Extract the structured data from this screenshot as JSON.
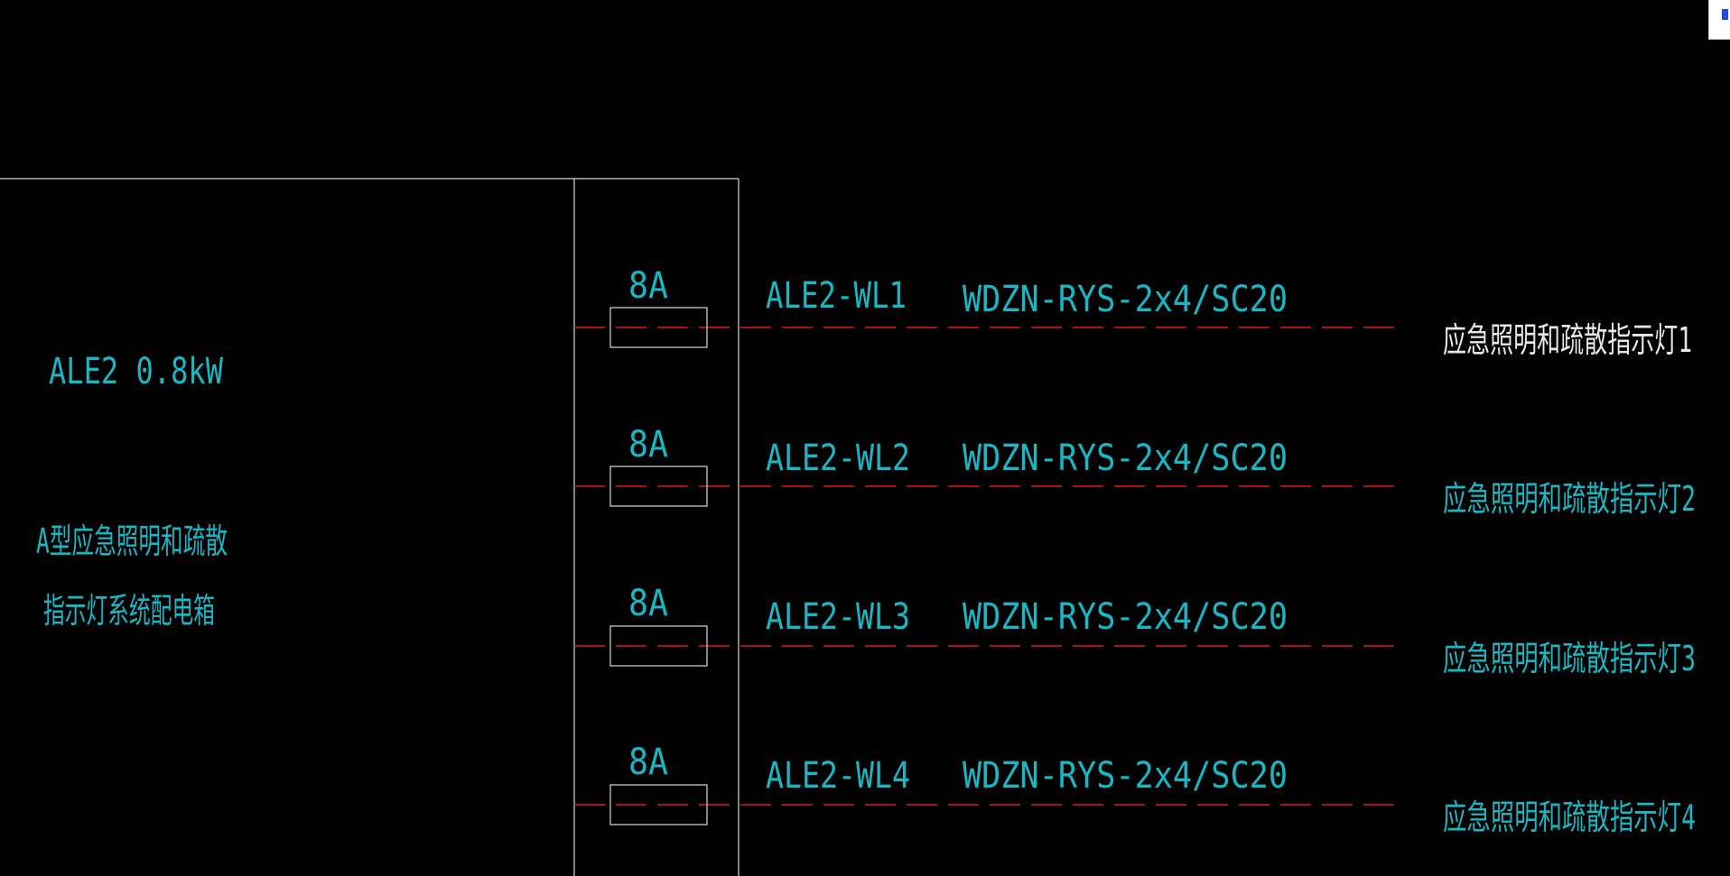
{
  "panel": {
    "label": "ALE2 0.8kW",
    "description_line1": "A型应急照明和疏散",
    "description_line2": "指示灯系统配电箱"
  },
  "circuits": [
    {
      "breaker_rating": "8A",
      "circuit_id": "ALE2-WL1",
      "cable_spec": "WDZN-RYS-2x4/SC20",
      "load": "应急照明和疏散指示灯1"
    },
    {
      "breaker_rating": "8A",
      "circuit_id": "ALE2-WL2",
      "cable_spec": "WDZN-RYS-2x4/SC20",
      "load": "应急照明和疏散指示灯2"
    },
    {
      "breaker_rating": "8A",
      "circuit_id": "ALE2-WL3",
      "cable_spec": "WDZN-RYS-2x4/SC20",
      "load": "应急照明和疏散指示灯3"
    },
    {
      "breaker_rating": "8A",
      "circuit_id": "ALE2-WL4",
      "cable_spec": "WDZN-RYS-2x4/SC20",
      "load": "应急照明和疏散指示灯4"
    }
  ],
  "colors": {
    "background": "#000000",
    "text_cyan": "#19b7c4",
    "text_white": "#e8e8e8",
    "frame_line": "#d8d8d8",
    "circuit_line": "#e01818"
  },
  "icons": {
    "corner_widget": "viewport-corner-icon"
  }
}
